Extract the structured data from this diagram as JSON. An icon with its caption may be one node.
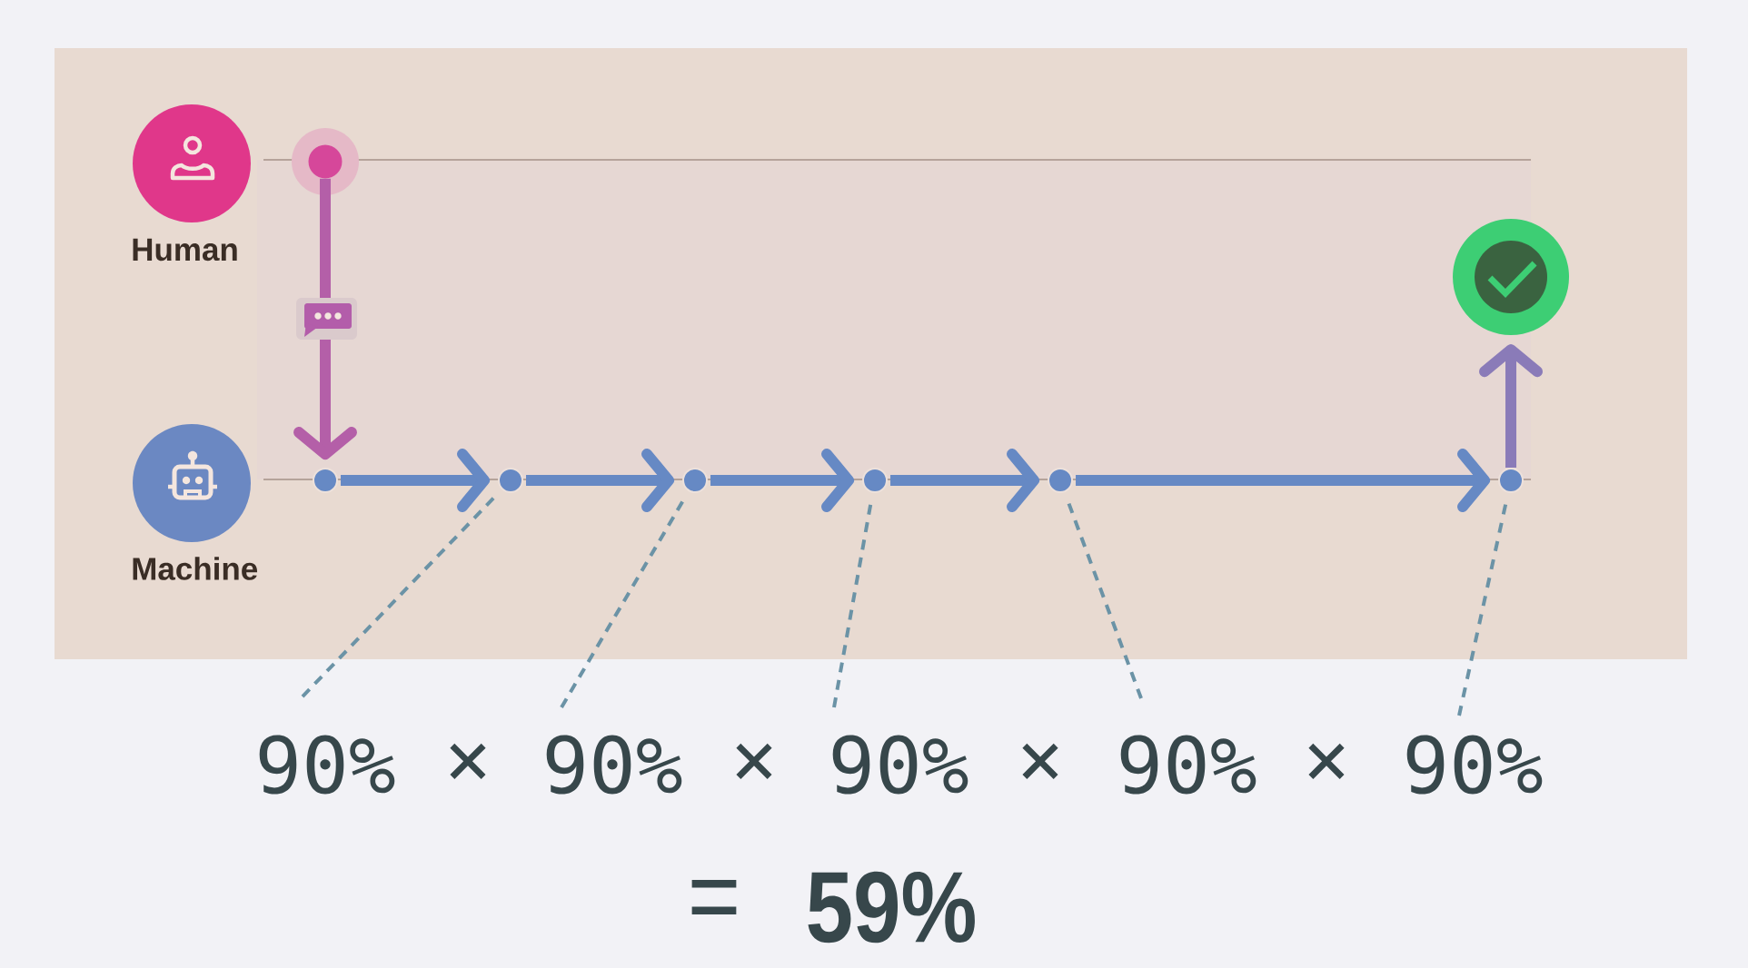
{
  "diagram": {
    "nodes": [
      {
        "text": [
          "Human"
        ]
      },
      {
        "text": [
          "Machine"
        ]
      },
      {
        "text": [],
        "shape": "circle"
      },
      {
        "text": [],
        "shape": "circle"
      },
      {
        "text": [],
        "shape": "circle"
      },
      {
        "text": [],
        "shape": "circle"
      },
      {
        "text": [],
        "shape": "circle"
      },
      {
        "text": [],
        "shape": "circle"
      },
      {
        "text": [],
        "shape": "circle"
      },
      {
        "text": [],
        "shape": "circle"
      },
      {
        "text": [
          "90%"
        ]
      },
      {
        "text": [
          "90%"
        ]
      },
      {
        "text": [
          "90%"
        ]
      },
      {
        "text": [
          "90%"
        ]
      },
      {
        "text": [
          "90%"
        ]
      }
    ],
    "edges": [
      {
        "from": 2,
        "to": 3,
        "arrow": "to",
        "color": "#b45fa8"
      },
      {
        "from": 3,
        "to": 4,
        "arrow": "to"
      },
      {
        "from": 4,
        "to": 5,
        "arrow": "to"
      },
      {
        "from": 5,
        "to": 6,
        "arrow": "to"
      },
      {
        "from": 6,
        "to": 7,
        "arrow": "to"
      },
      {
        "from": 7,
        "to": 8,
        "arrow": "to"
      },
      {
        "from": 8,
        "to": 9,
        "arrow": "to",
        "color": "#8a7bb8"
      },
      {
        "from": 10,
        "to": 4,
        "arrow": "none",
        "style": "dashed",
        "color": "#6b93a6"
      },
      {
        "from": 11,
        "to": 5,
        "arrow": "none",
        "style": "dashed",
        "color": "#6b93a6"
      },
      {
        "from": 12,
        "to": 6,
        "arrow": "none",
        "style": "dashed",
        "color": "#6b93a6"
      },
      {
        "from": 13,
        "to": 7,
        "arrow": "none",
        "style": "dashed",
        "color": "#6b93a6"
      },
      {
        "from": 14,
        "to": 8,
        "arrow": "none",
        "style": "dashed",
        "color": "#6b93a6"
      }
    ],
    "labels": [
      "×",
      "×",
      "×",
      "×",
      "=",
      "59%"
    ]
  }
}
